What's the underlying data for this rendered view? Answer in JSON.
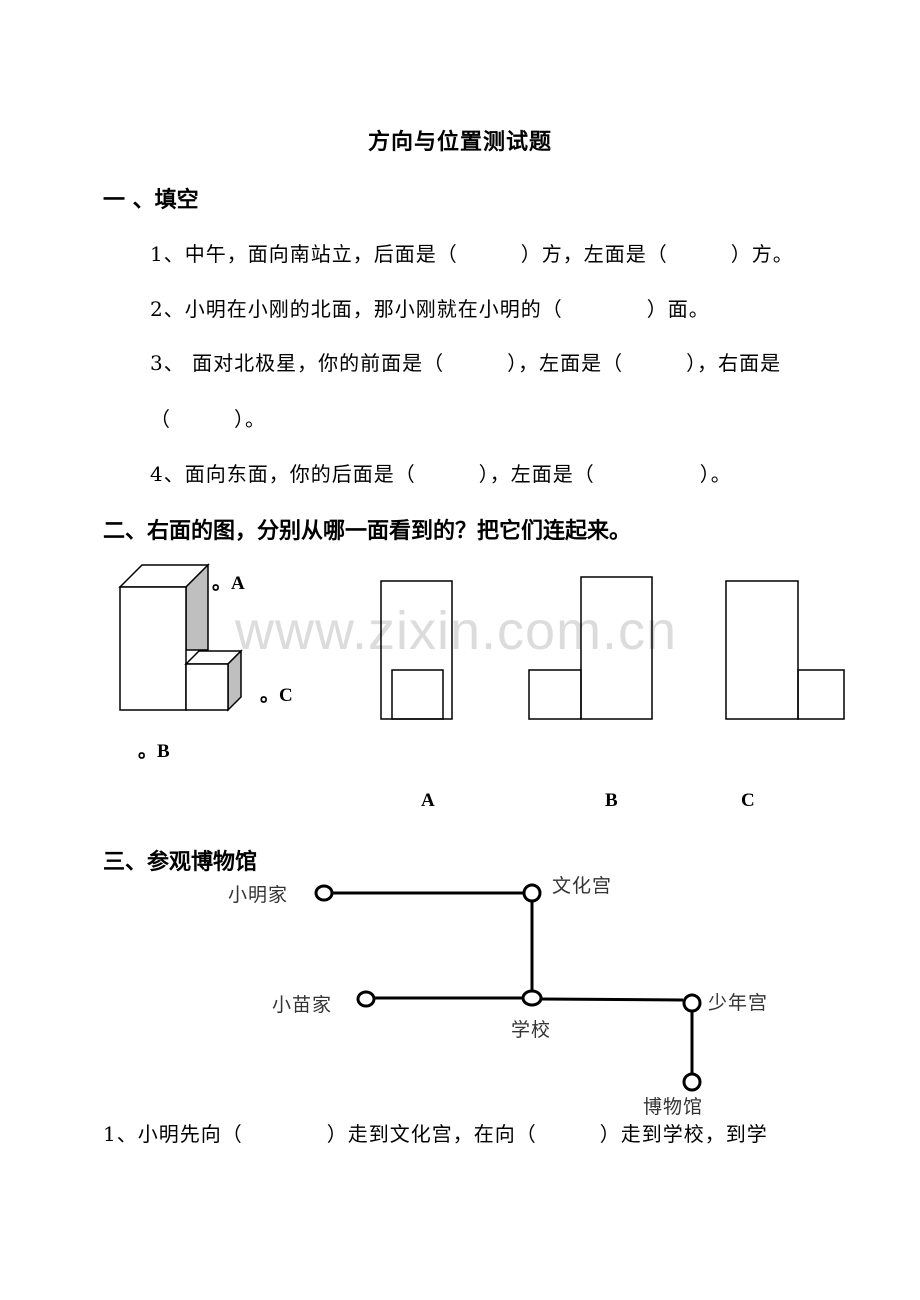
{
  "title": "方向与位置测试题",
  "section1": {
    "heading": "一 、填空",
    "q1": "1、中午，面向南站立，后面是（　　　）方，左面是（　　　）方。",
    "q2": "2、小明在小刚的北面，那小刚就在小明的（　　　　）面。",
    "q3a": "3、 面对北极星，你的前面是（　　　），左面是（　　　），右面是",
    "q3b": "（　　　）。",
    "q4": "4、面向东面，你的后面是（　　　），左面是（　　　　　）。"
  },
  "section2": {
    "heading": "二、右面的图，分别从哪一面看到的？把它们连起来。",
    "marker_a": "。A",
    "marker_b": "。B",
    "marker_c": "。C",
    "view_labels": [
      "A",
      "B",
      "C"
    ]
  },
  "watermark": "www.zixin.com.cn",
  "section3": {
    "heading": "三、参观博物馆",
    "map": {
      "xiaoming_home": "小明家",
      "culture_palace": "文化宫",
      "xiaomiao_home": "小苗家",
      "school": "学校",
      "youth_palace": "少年宫",
      "museum": "博物馆"
    },
    "q1": "1、小明先向（　　　　）走到文化宫，在向（　　　）走到学校，到学"
  }
}
